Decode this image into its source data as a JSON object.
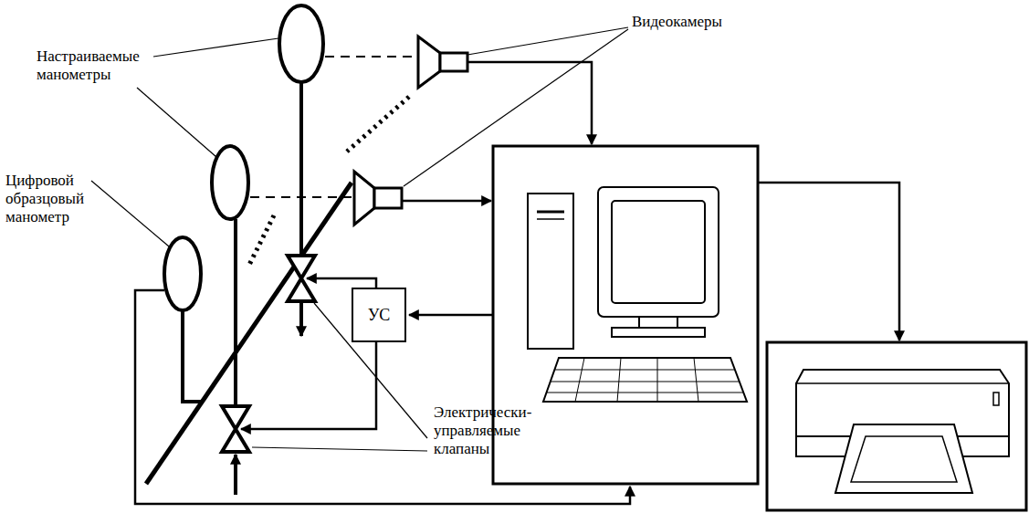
{
  "diagram": {
    "nodes": [
      {
        "text": [
          "УС"
        ]
      }
    ],
    "labels": [
      "Видеокамеры",
      "Настраиваемые манометры",
      "Цифровой образцовый манометр",
      "Электрически-управляемые клапаны"
    ]
  }
}
